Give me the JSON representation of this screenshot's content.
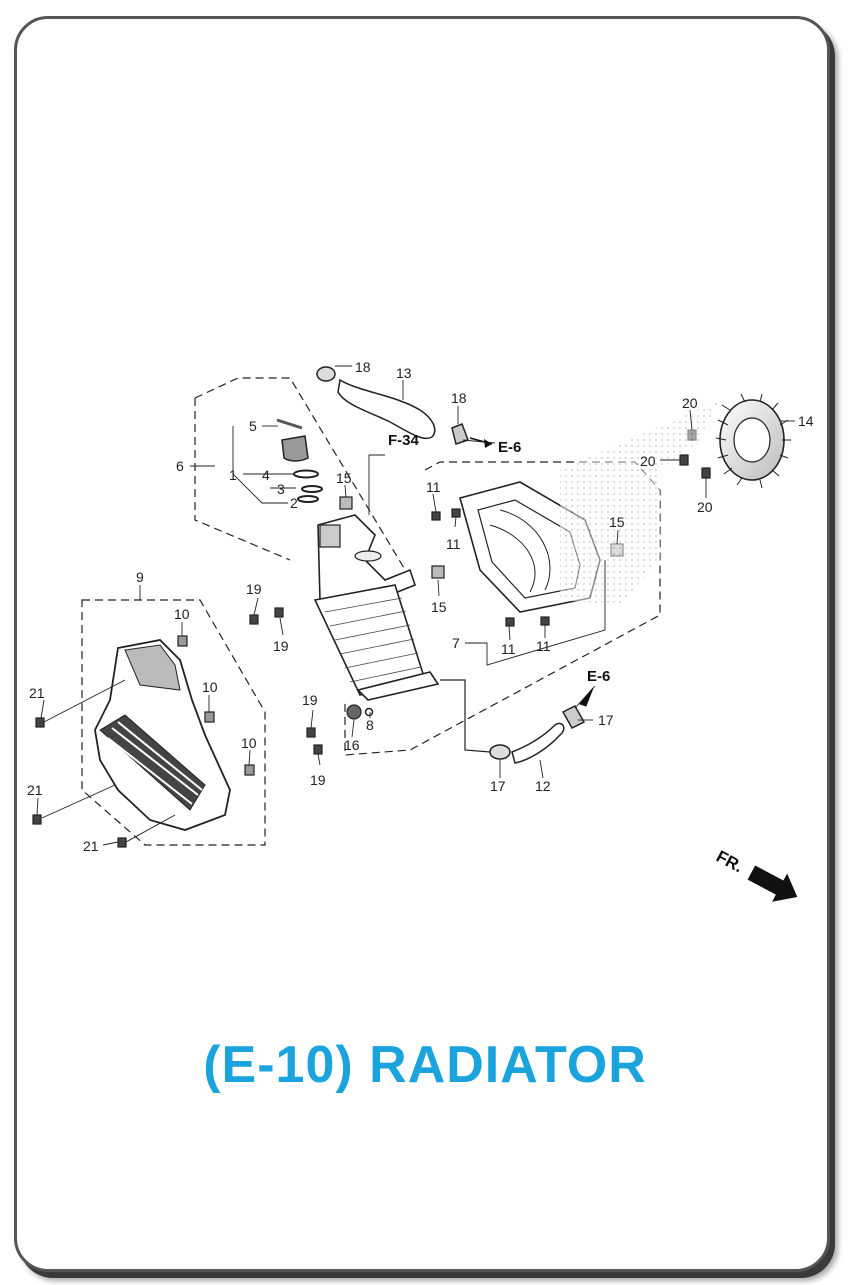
{
  "title": "(E-10) RADIATOR",
  "title_color": "#1aa3dc",
  "part_labels": {
    "p1": "1",
    "p2": "2",
    "p3": "3",
    "p4": "4",
    "p5": "5",
    "p6": "6",
    "p7": "7",
    "p8": "8",
    "p9": "9",
    "p10a": "10",
    "p10b": "10",
    "p10c": "10",
    "p11a": "11",
    "p11b": "11",
    "p11c": "11",
    "p11d": "11",
    "p12": "12",
    "p13": "13",
    "p14": "14",
    "p15a": "15",
    "p15b": "15",
    "p15c": "15",
    "p16": "16",
    "p17a": "17",
    "p17b": "17",
    "p18a": "18",
    "p18b": "18",
    "p19a": "19",
    "p19b": "19",
    "p19c": "19",
    "p19d": "19",
    "p20a": "20",
    "p20b": "20",
    "p20c": "20",
    "p21a": "21",
    "p21b": "21",
    "p21c": "21"
  },
  "references": {
    "f34": "F-34",
    "e6_top": "E-6",
    "e6_bottom": "E-6"
  },
  "direction": "FR."
}
